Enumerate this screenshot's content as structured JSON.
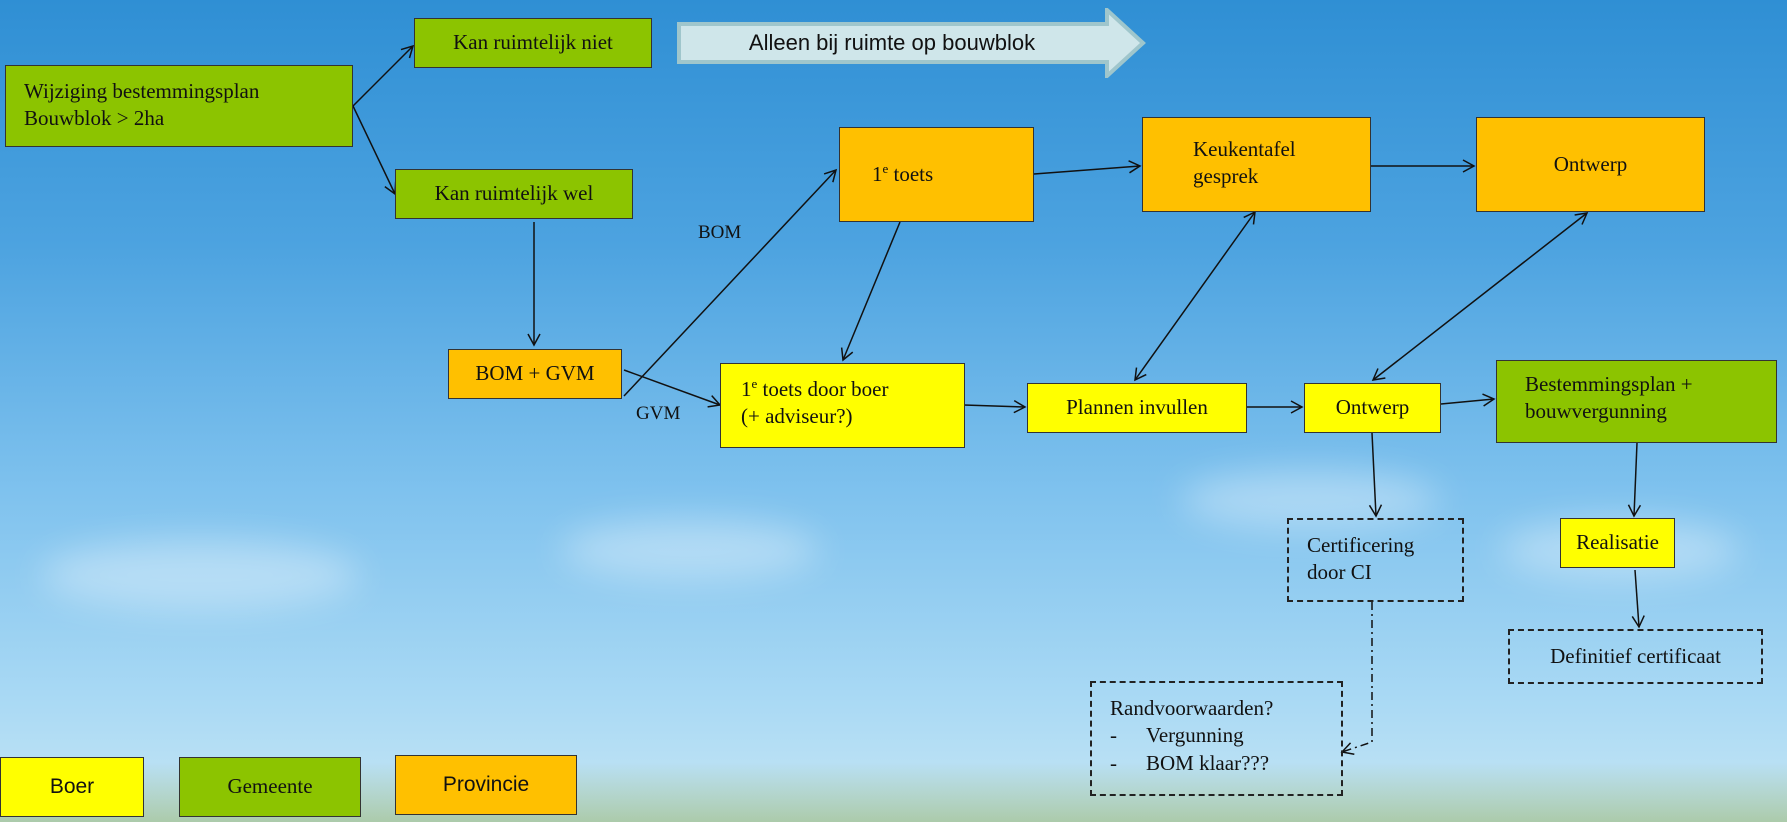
{
  "banner": "Alleen bij ruimte op bouwblok",
  "nodes": {
    "wijziging": [
      "Wijziging bestemmingsplan",
      "Bouwblok > 2ha"
    ],
    "kan_niet": "Kan ruimtelijk niet",
    "kan_wel": "Kan ruimtelijk wel",
    "bom_gvm": "BOM + GVM",
    "toets1_base": "1",
    "toets1_sup": "e",
    "toets1_rest": " toets",
    "toets_boer_sup": "e",
    "toets_boer_line1_rest": " toets door boer",
    "toets_boer_line2": "(+ adviseur?)",
    "keukentafel": [
      "Keukentafel",
      "gesprek"
    ],
    "ontwerp_top": "Ontwerp",
    "plannen": "Plannen invullen",
    "ontwerp_mid": "Ontwerp",
    "bestemmingsplan": [
      "Bestemmingsplan +",
      "bouwvergunning"
    ],
    "certificering": [
      "Certificering",
      "door CI"
    ],
    "realisatie": "Realisatie",
    "definitief": "Definitief certificaat",
    "randvoorwaarden": {
      "title": "Randvoorwaarden?",
      "items": [
        "Vergunning",
        "BOM klaar???"
      ]
    }
  },
  "edge_labels": {
    "bom": "BOM",
    "gvm": "GVM"
  },
  "legend": {
    "boer": "Boer",
    "gemeente": "Gemeente",
    "provincie": "Provincie"
  },
  "colors": {
    "gemeente": "#8cc400",
    "provincie": "#ffc000",
    "boer": "#ffff00"
  }
}
